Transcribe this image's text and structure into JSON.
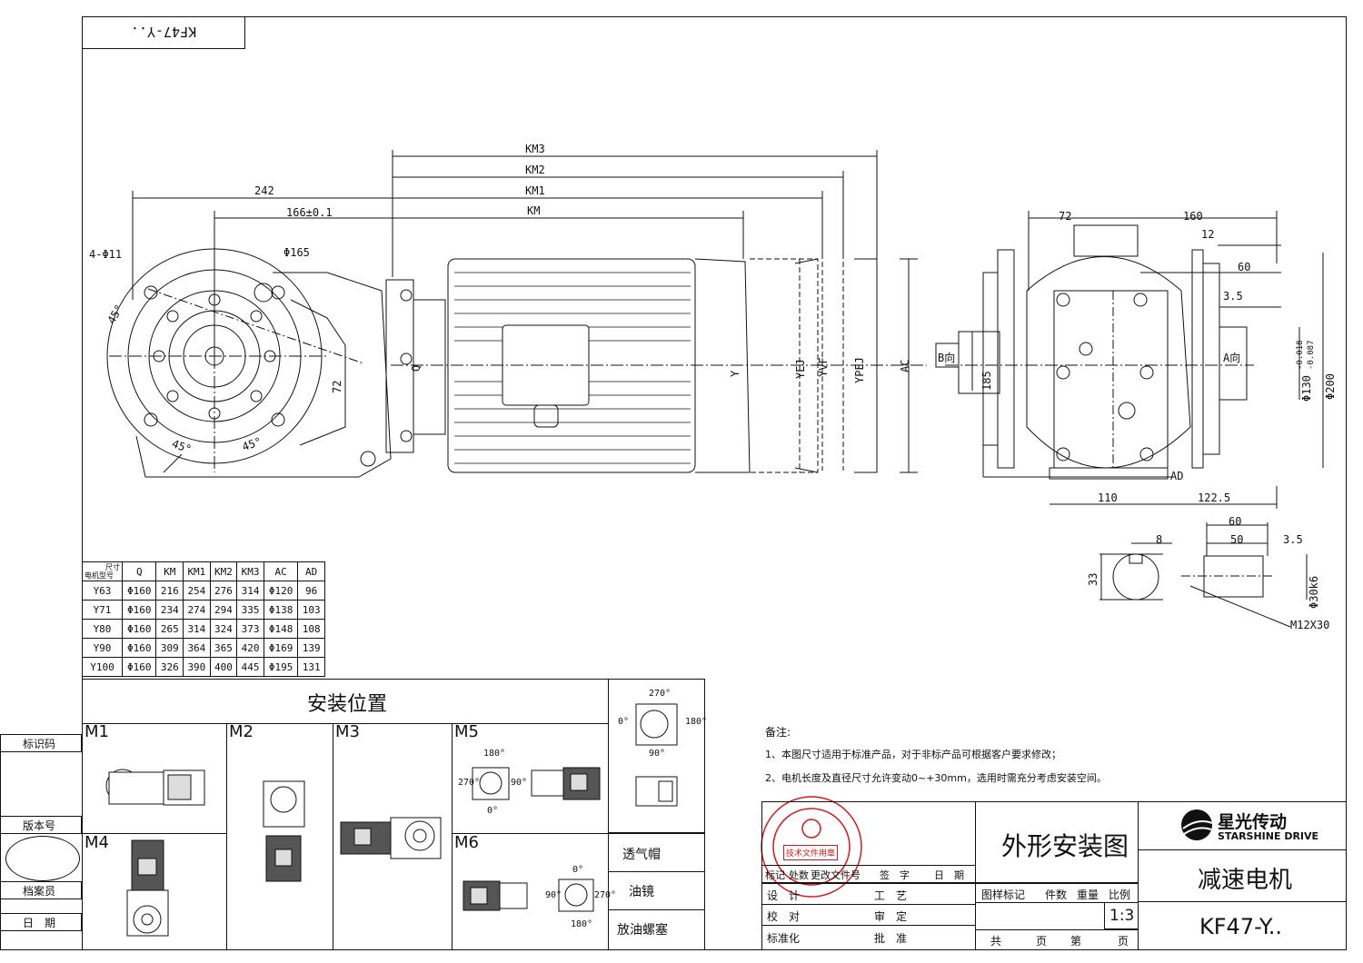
{
  "model_box": "KF47-Y..",
  "dims": {
    "km3": "KM3",
    "km2": "KM2",
    "km1": "KM1",
    "km": "KM",
    "d242": "242",
    "d166": "166±0.1",
    "holes": "4-Φ11",
    "d165": "Φ165",
    "d72v": "72",
    "d72": "72",
    "d160": "160",
    "d12": "12",
    "d60": "60",
    "d35": "3.5",
    "q": "Q",
    "y": "Y",
    "yej": "YEJ",
    "yvf": "YVF",
    "ypej": "YPEJ",
    "ac": "AC",
    "b_dir": "B向",
    "a_dir": "A向",
    "d185": "185",
    "d130": "Φ130",
    "tol_up": "-0.018",
    "tol_dn": "-0.087",
    "d200": "Φ200",
    "ad": "AD",
    "d110": "110",
    "d1225": "122.5",
    "d8": "8",
    "d33": "33",
    "k60": "60",
    "k50": "50",
    "k35": "3.5",
    "k30": "Φ30k6",
    "m12": "M12X30",
    "a45_1": "45°",
    "a45_2": "45°",
    "a45_3": "45°"
  },
  "table": {
    "corner_top": "尺寸",
    "corner_bottom": "电机型号",
    "headers": [
      "Q",
      "KM",
      "KM1",
      "KM2",
      "KM3",
      "AC",
      "AD"
    ],
    "rows": [
      {
        "model": "Y63",
        "vals": [
          "Φ160",
          "216",
          "254",
          "276",
          "314",
          "Φ120",
          "96"
        ]
      },
      {
        "model": "Y71",
        "vals": [
          "Φ160",
          "234",
          "274",
          "294",
          "335",
          "Φ138",
          "103"
        ]
      },
      {
        "model": "Y80",
        "vals": [
          "Φ160",
          "265",
          "314",
          "324",
          "373",
          "Φ148",
          "108"
        ]
      },
      {
        "model": "Y90",
        "vals": [
          "Φ160",
          "309",
          "364",
          "365",
          "420",
          "Φ169",
          "139"
        ]
      },
      {
        "model": "Y100",
        "vals": [
          "Φ160",
          "326",
          "390",
          "400",
          "445",
          "Φ195",
          "131"
        ]
      }
    ]
  },
  "mount": {
    "title": "安装位置",
    "labels": [
      "M1",
      "M2",
      "M3",
      "M5",
      "M4",
      "M6"
    ],
    "m5_angles": [
      "180°",
      "270°",
      "90°",
      "0°"
    ],
    "m6_angles": [
      "0°",
      "90°",
      "270°",
      "180°"
    ],
    "side_angles": [
      "270°",
      "0°",
      "180°",
      "90°"
    ],
    "parts": [
      "透气帽",
      "油镜",
      "放油螺塞"
    ]
  },
  "notes": {
    "title": "备注:",
    "line1": "1、本图尺寸适用于标准产品，对于非标产品可根据客户要求修改；",
    "line2": "2、电机长度及直径尺寸允许变动0~+30mm，选用时需充分考虑安装空间。"
  },
  "left_strip": [
    "标识码",
    "版本号",
    "档案员",
    "日　期"
  ],
  "title_block": {
    "title": "外形安装图",
    "brand_cn": "星光传动",
    "brand_en": "STARSHINE DRIVE",
    "product": "减速电机",
    "model": "KF47-Y..",
    "rev_labels": [
      "标记",
      "处数",
      "更改文件号",
      "签　字",
      "日　期"
    ],
    "roles": [
      "设　计",
      "校　对",
      "标准化"
    ],
    "roles2": [
      "工　艺",
      "审　定",
      "批　准"
    ],
    "meta": [
      "图样标记",
      "件数",
      "重量",
      "比例"
    ],
    "scale": "1:3",
    "sheets": [
      "共",
      "页",
      "第",
      "页"
    ],
    "stamp": "技术文件用章"
  },
  "colors": {
    "line": "#111111",
    "stamp": "#d11a1a"
  }
}
